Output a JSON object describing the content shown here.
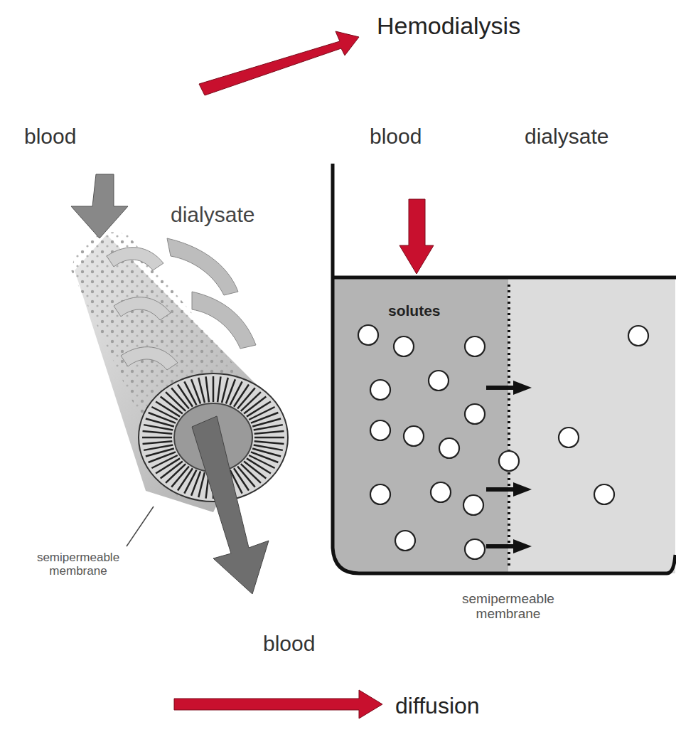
{
  "diagram": {
    "labels": [
      "Hemodialysis",
      "blood",
      "dialysate",
      "blood",
      "dialysate",
      "solutes",
      "semipermeable membrane",
      "semipermeable membrane",
      "blood",
      "diffusion"
    ]
  }
}
